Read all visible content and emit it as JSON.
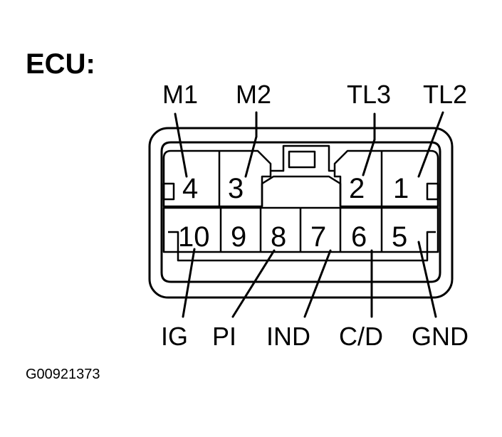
{
  "title": "ECU:",
  "top_labels": {
    "m1": "M1",
    "m2": "M2",
    "tl3": "TL3",
    "tl2": "TL2"
  },
  "bottom_labels": {
    "ig": "IG",
    "pi": "PI",
    "ind": "IND",
    "cd": "C/D",
    "gnd": "GND"
  },
  "pins": {
    "p1": "1",
    "p2": "2",
    "p3": "3",
    "p4": "4",
    "p5": "5",
    "p6": "6",
    "p7": "7",
    "p8": "8",
    "p9": "9",
    "p10": "10"
  },
  "figure_code": "G00921373",
  "colors": {
    "ink": "#000000",
    "paper": "#ffffff"
  }
}
